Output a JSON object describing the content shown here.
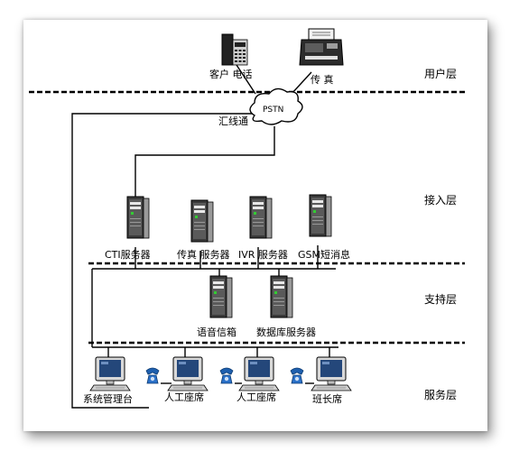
{
  "layers": {
    "user": "用户层",
    "access": "接入层",
    "support": "支持层",
    "service": "服务层"
  },
  "user_devices": {
    "phone": "客户 电话",
    "fax": "传 真"
  },
  "network": {
    "cloud": "PSTN",
    "trunk": "汇线通"
  },
  "access_servers": [
    "CTI服务器",
    "传真 服务器",
    "IVR 服务器",
    "GSM短消息"
  ],
  "support_servers": [
    "语音信箱",
    "数据库服务器"
  ],
  "stations": [
    "系统管理台",
    "人工座席",
    "人工座席",
    "班长席"
  ],
  "icon_names": [
    "desk-phone-icon",
    "fax-machine-icon",
    "cloud-icon",
    "server-tower-icon",
    "workstation-icon",
    "headset-phone-icon"
  ]
}
